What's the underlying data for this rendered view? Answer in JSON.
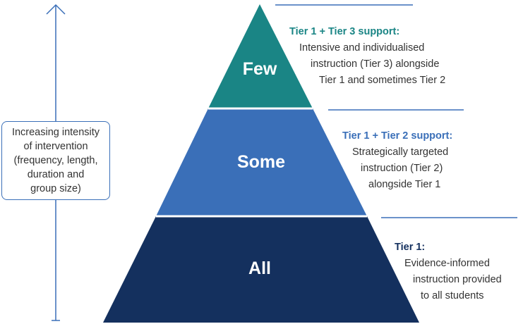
{
  "axis": {
    "label": "Increasing intensity of intervention (frequency, length, duration and group size)",
    "lines": [
      "Increasing intensity",
      "of intervention",
      "(frequency, length,",
      "duration and",
      "group size)"
    ]
  },
  "tiers": [
    {
      "label": "Few",
      "color": "#1a8585",
      "heading": "Tier 1 + Tier 3 support:",
      "heading_color": "#1a8585",
      "description_lines": [
        "Intensive and individualised",
        "instruction (Tier 3) alongside",
        "Tier 1 and sometimes Tier 2"
      ]
    },
    {
      "label": "Some",
      "color": "#3a6fb8",
      "heading": "Tier 1 + Tier 2 support:",
      "heading_color": "#3a6fb8",
      "description_lines": [
        "Strategically targeted",
        "instruction (Tier 2)",
        "alongside Tier 1"
      ]
    },
    {
      "label": "All",
      "color": "#14305e",
      "heading": "Tier 1:",
      "heading_color": "#14305e",
      "description_lines": [
        "Evidence-informed",
        "instruction provided",
        "to all students"
      ]
    }
  ],
  "colors": {
    "arrow": "#3a6fb8",
    "rule": "#3a6fb8"
  }
}
